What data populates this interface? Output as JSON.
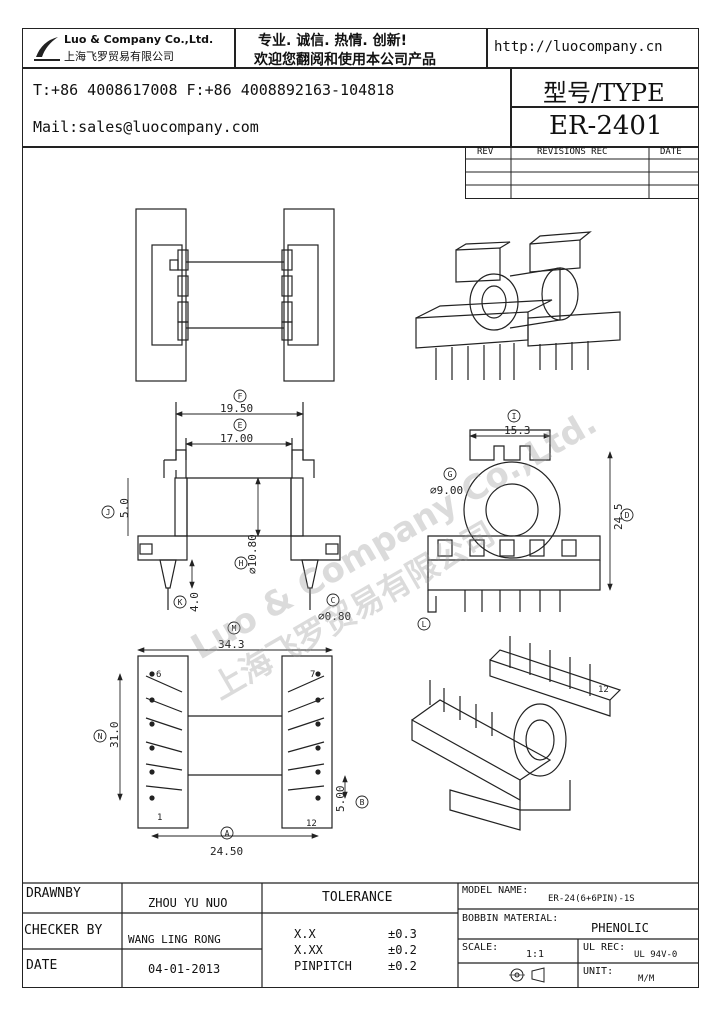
{
  "header": {
    "company_en": "Luo & Company Co.,Ltd.",
    "company_cn": "上海飞罗贸易有限公司",
    "slogan_line1": "专业. 诚信.  热情.  创新!",
    "slogan_line2": "欢迎您翻阅和使用本公司产品",
    "website": "http://luocompany.cn",
    "phone_fax": "T:+86 4008617008 F:+86 4008892163-104818",
    "mail": "Mail:sales@luocompany.com",
    "type_label": "型号/TYPE",
    "model": "ER-2401"
  },
  "revisions": {
    "headers": [
      "REV",
      "REVISIONS REC",
      "DATE"
    ]
  },
  "drawing": {
    "dim_f": "19.50",
    "dim_e": "17.00",
    "dim_h": "10.80",
    "dim_j": "5.0",
    "dim_k": "4.0",
    "dim_c": "0.80",
    "dim_i": "15.3",
    "dim_g": "9.00",
    "dim_d": "24.5",
    "dim_m": "34.3",
    "dim_n": "31.0",
    "dim_b": "5.00",
    "dim_a": "24.50",
    "pin_6": "6",
    "pin_7": "7",
    "pin_1": "1",
    "pin_12": "12",
    "pin_12_iso": "12",
    "letters": [
      "F",
      "E",
      "H",
      "J",
      "K",
      "C",
      "I",
      "G",
      "D",
      "L",
      "M",
      "N",
      "B",
      "A"
    ],
    "watermark_en": "Luo & Company Co.,Ltd.",
    "watermark_cn": "上海飞罗贸易有限公司"
  },
  "footer": {
    "drawnby_label": "DRAWNBY",
    "drawnby_value": "ZHOU YU NUO",
    "checker_label": "CHECKER BY",
    "checker_value": "WANG LING RONG",
    "date_label": "DATE",
    "date_value": "04-01-2013",
    "tolerance_label": "TOLERANCE",
    "tol_rows": [
      {
        "k": "X.X",
        "v": "±0.3"
      },
      {
        "k": "X.XX",
        "v": "±0.2"
      },
      {
        "k": "PINPITCH",
        "v": "±0.2"
      }
    ],
    "model_name_label": "MODEL NAME:",
    "model_name_value": "ER-24(6+6PIN)-1S",
    "bobbin_label": "BOBBIN MATERIAL:",
    "bobbin_value": "PHENOLIC",
    "scale_label": "SCALE:",
    "scale_value": "1:1",
    "ulrec_label": "UL REC:",
    "ulrec_value": "UL 94V-0",
    "unit_label": "UNIT:",
    "unit_value": "M/M"
  }
}
